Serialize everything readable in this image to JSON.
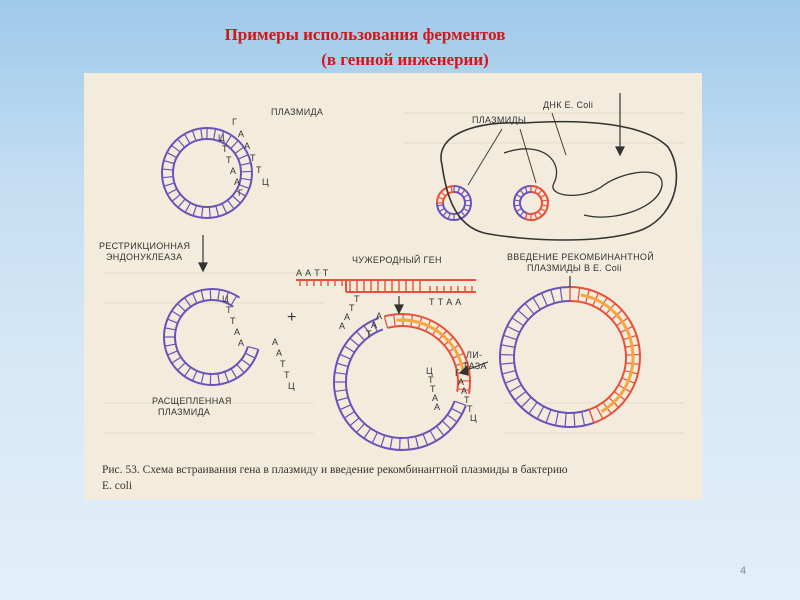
{
  "slide": {
    "title_line1": "Примеры использования ферментов",
    "title_line2": "(в генной инженерии)",
    "page_number": "4"
  },
  "figure": {
    "labels": {
      "plasmid": "ПЛАЗМИДА",
      "enzyme_line1": "РЕСТРИКЦИОННАЯ",
      "enzyme_line2": "ЭНДОНУКЛЕАЗА",
      "cleaved_line1": "РАСЩЕПЛЕННАЯ",
      "cleaved_line2": "ПЛАЗМИДА",
      "foreign_gene": "ЧУЖЕРОДНЫЙ ГЕН",
      "ligase_line1": "ЛИ-",
      "ligase_line2": "ГАЗА",
      "dna_ecoli": "ДНК   E. Coli",
      "plasmids": "ПЛАЗМИДЫ",
      "intro_line1": "ВВЕДЕНИЕ РЕКОМБИНАНТНОЙ",
      "intro_line2": "ПЛАЗМИДЫ В E. Coli",
      "plus": "+"
    },
    "sequences": {
      "plasmid_right": [
        "Г",
        "А",
        "А",
        "Т",
        "Т",
        "Ц"
      ],
      "plasmid_left": [
        "Ц",
        "Т",
        "Т",
        "А",
        "А",
        "Г"
      ],
      "cut_top": [
        "Ц",
        "Т",
        "Т",
        "А",
        "А"
      ],
      "cut_bottom": [
        "А",
        "А",
        "Т",
        "Т",
        "Ц"
      ],
      "gene_top": "А А Т Т",
      "gene_bottom": "Т Т А А",
      "recomb_top_left": [
        "А",
        "А",
        "Т",
        "Т"
      ],
      "recomb_top_right": [
        "Т",
        "А",
        "А"
      ],
      "recomb_join_left": [
        "Ц",
        "Т",
        "Т",
        "А",
        "А"
      ],
      "recomb_join_right": [
        "Г",
        "А",
        "А",
        "Т",
        "Т",
        "Ц"
      ]
    },
    "caption_line1": "Рис. 53. Схема встраивания гена в плазмиду и введение рекомбинантной плазмиды в бактерию",
    "caption_line2": "E. coli"
  },
  "colors": {
    "title": "#d01818",
    "plasmid_ring": "#6a52b8",
    "insert_ring": "#e8503a",
    "insert_highlight": "#f4a640"
  }
}
